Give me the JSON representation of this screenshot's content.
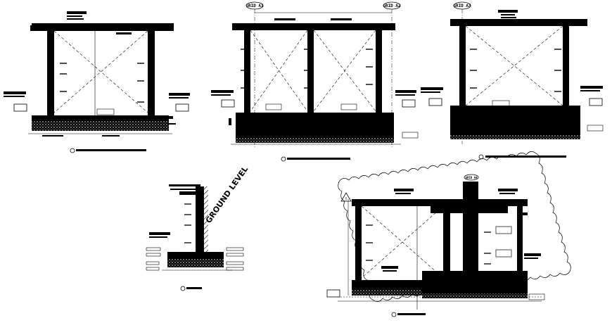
{
  "drawing": {
    "axis_labels": [
      "GRID A1",
      "GRID A2",
      "GRID A3",
      "GRID A4"
    ],
    "ground_level_text": "GROUND LEVEL",
    "warning_mark": "!"
  },
  "colors": {
    "ink": "#000000",
    "paper": "#ffffff",
    "hatch": "#333333"
  }
}
